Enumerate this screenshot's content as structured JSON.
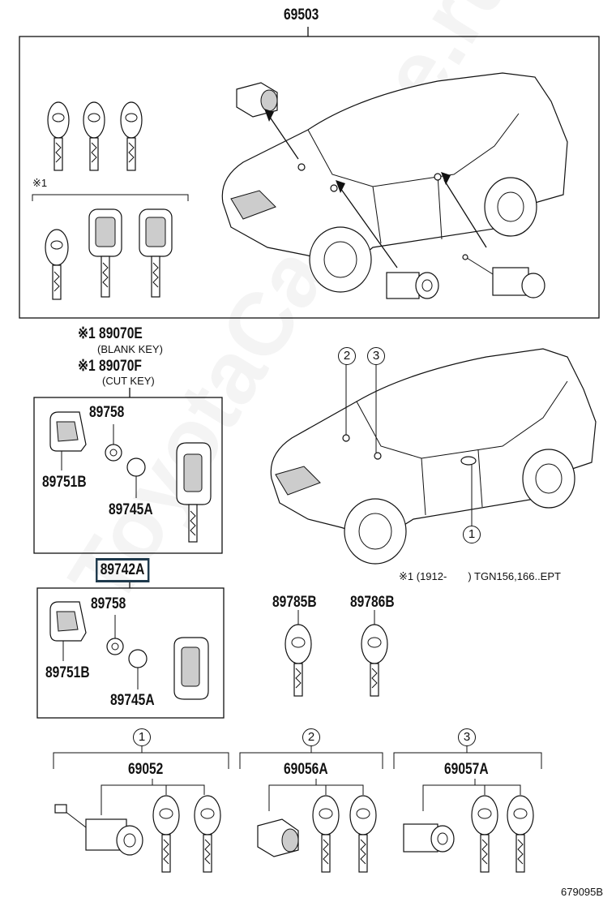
{
  "parts": {
    "p69503": "69503",
    "note_89070e": "※1 89070E",
    "blank_key": "(BLANK KEY)",
    "note_89070f": "※1 89070F",
    "cut_key": "(CUT KEY)",
    "p89758_a": "89758",
    "p89751b_a": "89751B",
    "p89745a_a": "89745A",
    "p89742a": "89742A",
    "p89758_b": "89758",
    "p89751b_b": "89751B",
    "p89745a_b": "89745A",
    "p89785b": "89785B",
    "p89786b": "89786B",
    "p69052": "69052",
    "p69056a": "69056A",
    "p69057a": "69057A"
  },
  "notes": {
    "ref_top": "※1",
    "footnote": "※1 (1912-　　) TGN156,166..EPT",
    "diagram_id": "679095B"
  },
  "callouts": {
    "c1": "1",
    "c2": "2",
    "c3": "3",
    "g1": "1",
    "g2": "2",
    "g3": "3"
  },
  "watermark": "ToyotaCarMine.ru"
}
